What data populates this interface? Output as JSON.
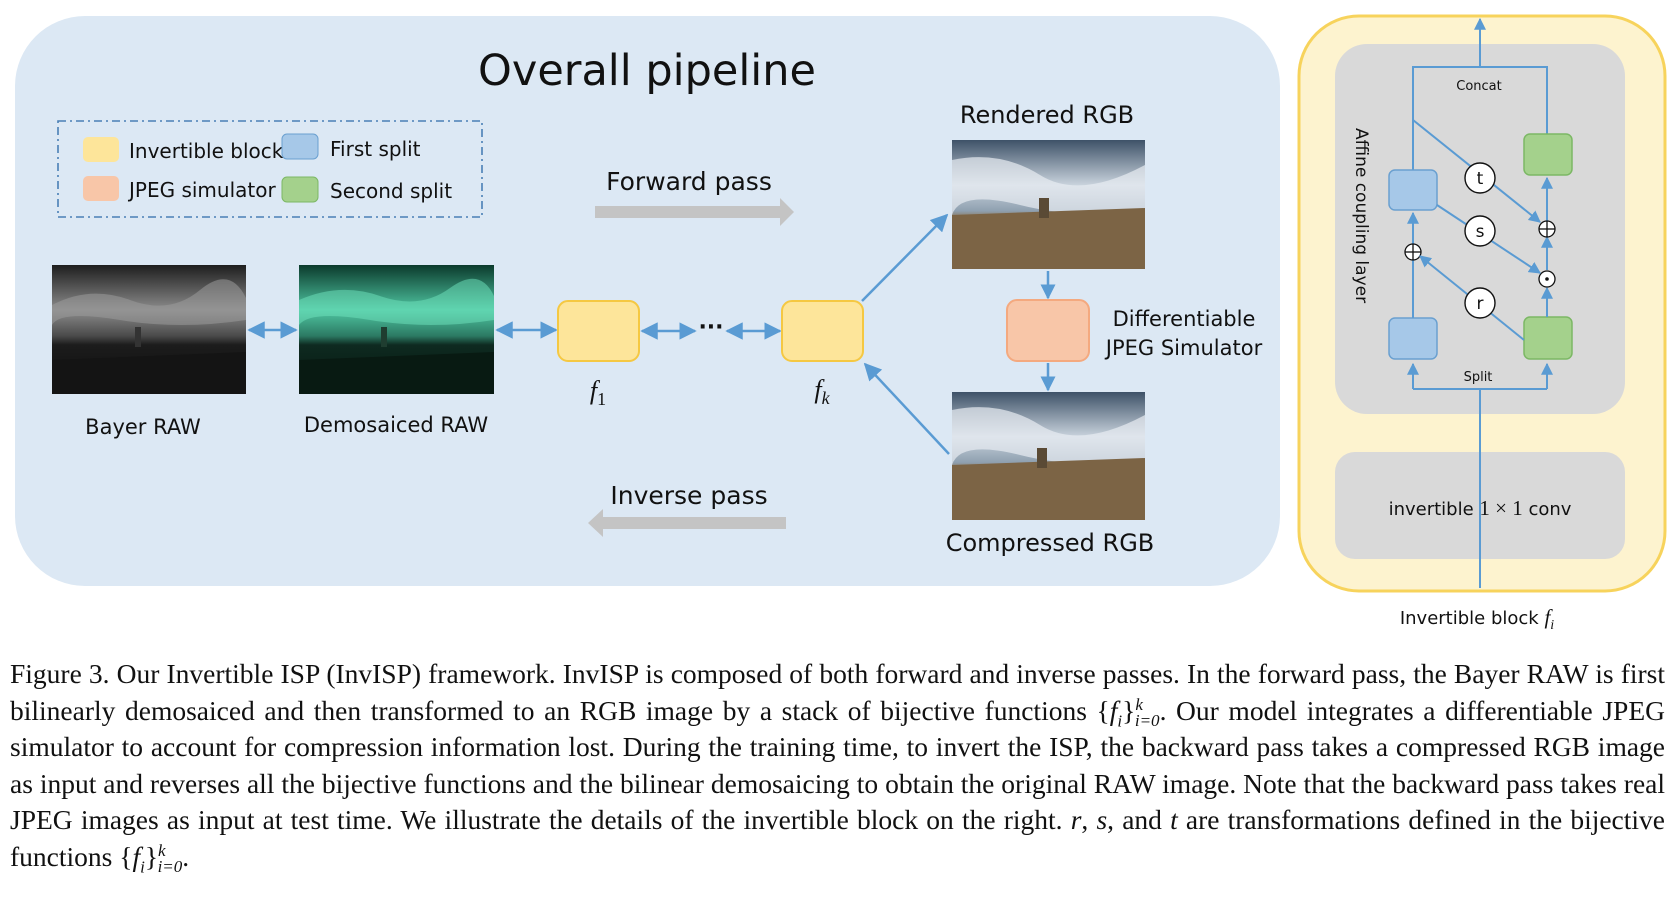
{
  "overall_title": "Overall pipeline",
  "legend": {
    "invertible_block": "Invertible block",
    "first_split": "First split",
    "jpeg_simulator": "JPEG simulator",
    "second_split": "Second split"
  },
  "labels": {
    "forward_pass": "Forward pass",
    "inverse_pass": "Inverse pass",
    "bayer_raw": "Bayer RAW",
    "demosaiced_raw": "Demosaiced RAW",
    "rendered_rgb": "Rendered RGB",
    "compressed_rgb": "Compressed RGB",
    "diff_jpeg_line1": "Differentiable",
    "diff_jpeg_line2": "JPEG Simulator",
    "f1_base": "f",
    "f1_sub": "1",
    "fk_base": "f",
    "fk_sub": "k",
    "ellipsis": "···"
  },
  "block_detail": {
    "side_title": "Affine coupling layer",
    "concat": "Concat",
    "split": "Split",
    "t": "t",
    "s": "s",
    "r": "r",
    "conv_prefix": "invertible ",
    "conv_math": "1 × 1",
    "conv_suffix": " conv",
    "caption_base": "Invertible block ",
    "caption_f": "f",
    "caption_i": "i"
  },
  "colors": {
    "pipeline_bg": "#dce8f4",
    "block_yellow": "#fde59a",
    "block_yellow_border": "#f5c842",
    "jpeg_orange": "#f8c6a8",
    "first_split_blue": "#a6c8e8",
    "second_split_green": "#a4d18c",
    "arrow_blue": "#5a9bd3",
    "gray_arrow": "#c4c4c4",
    "detail_bg": "#fdf3cf",
    "detail_border": "#f7d35c",
    "detail_inner": "#d9d9d9"
  },
  "caption": {
    "p1": "Figure 3. Our Invertible ISP (InvISP) framework. InvISP is composed of both forward and inverse passes. In the forward pass, the Bayer RAW is first bilinearly demosaiced and then transformed to an RGB image by a stack of bijective functions ",
    "set_open": "{",
    "set_f": "f",
    "set_i": "i",
    "set_close": "}",
    "set_sup": "k",
    "set_sub": "i=0",
    "p2": ". Our model integrates a differentiable JPEG simulator to account for compression information lost. During the training time, to invert the ISP, the backward pass takes a compressed RGB image as input and reverses all the bijective functions and the bilinear demosaicing to obtain the original RAW image. Note that the backward pass takes real JPEG images as input at test time. We illustrate the details of the invertible block on the right. ",
    "r": "r",
    "comma1": ", ",
    "s": "s",
    "and": ", and ",
    "t": "t",
    "p3": " are transformations defined in the bijective functions ",
    "end": "."
  }
}
